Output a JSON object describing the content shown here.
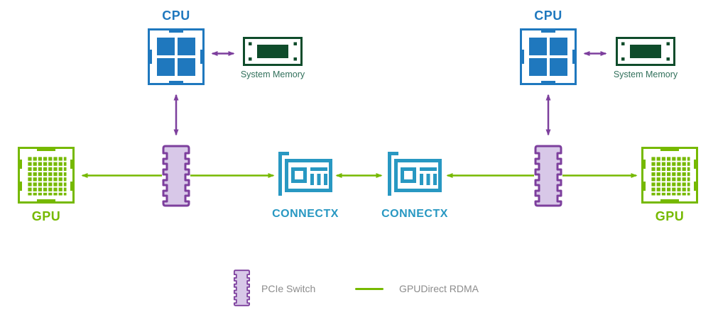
{
  "nodes": {
    "cpu_left": "CPU",
    "system_memory_left": "System Memory",
    "gpu_left": "GPU",
    "connectx_left": "CONNECTX",
    "connectx_right": "CONNECTX",
    "cpu_right": "CPU",
    "system_memory_right": "System Memory",
    "gpu_right": "GPU"
  },
  "legend": {
    "pcie_switch": "PCIe Switch",
    "gpudirect_rdma": "GPUDirect RDMA"
  },
  "colors": {
    "background": "#FFFFFF",
    "nvidia_green": "#76B900",
    "cpu_blue": "#1F78BE",
    "connectx_teal": "#2898C2",
    "purple": "#7D3F9D",
    "purple_fill": "#D8C8E8",
    "memory_green": "#0F4C2B",
    "memory_text": "#31705B",
    "legend_gray": "#8C8C8C"
  }
}
